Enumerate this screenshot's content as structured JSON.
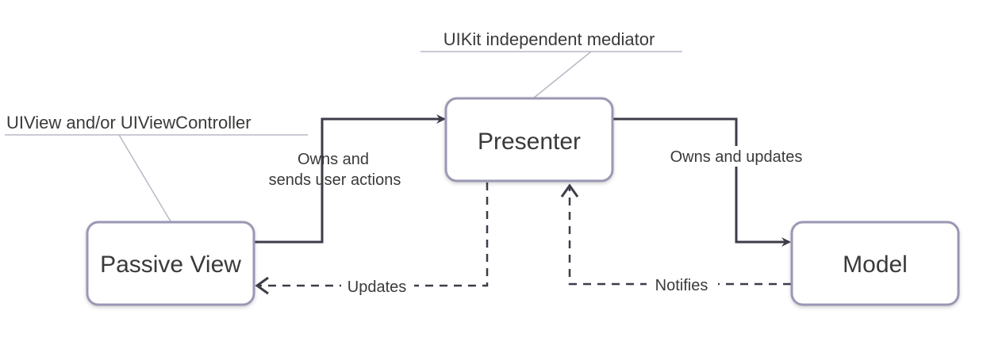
{
  "nodes": {
    "presenter": "Presenter",
    "passive_view": "Passive View",
    "model": "Model"
  },
  "annotations": {
    "presenter_note": "UIKit independent mediator",
    "view_note": "UIView and/or UIViewController"
  },
  "edges": {
    "view_to_presenter_line1": "Owns and",
    "view_to_presenter_line2": "sends user actions",
    "presenter_to_model": "Owns and updates",
    "presenter_to_view": "Updates",
    "model_to_presenter": "Notifies"
  },
  "colors": {
    "node_border": "#9a98b4",
    "line": "#3d3d4a",
    "text": "#3a3a3a"
  }
}
